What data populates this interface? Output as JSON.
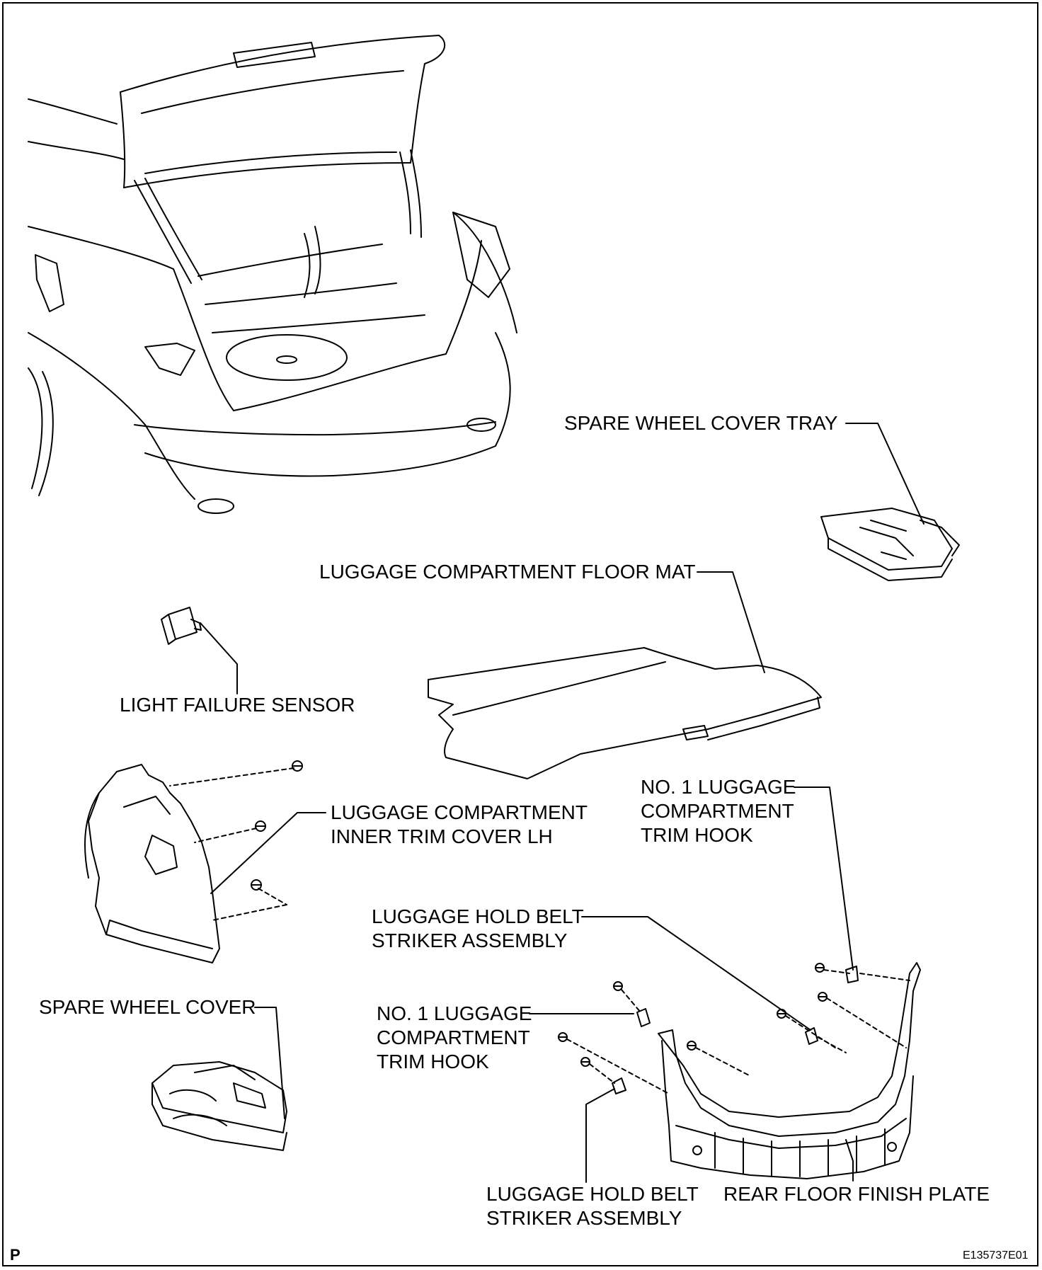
{
  "labels": {
    "spare_wheel_cover_tray": "SPARE WHEEL COVER TRAY",
    "floor_mat": "LUGGAGE COMPARTMENT FLOOR MAT",
    "light_failure_sensor": "LIGHT FAILURE SENSOR",
    "inner_trim_cover": [
      "LUGGAGE COMPARTMENT",
      "INNER TRIM COVER LH"
    ],
    "trim_hook_upper": [
      "NO. 1 LUGGAGE",
      "COMPARTMENT",
      "TRIM HOOK"
    ],
    "hold_belt_striker_upper": [
      "LUGGAGE HOLD BELT",
      "STRIKER ASSEMBLY"
    ],
    "spare_wheel_cover": "SPARE WHEEL COVER",
    "trim_hook_lower": [
      "NO. 1 LUGGAGE",
      "COMPARTMENT",
      "TRIM HOOK"
    ],
    "hold_belt_striker_lower": [
      "LUGGAGE HOLD BELT",
      "STRIKER ASSEMBLY"
    ],
    "rear_floor_finish_plate": "REAR FLOOR FINISH PLATE"
  },
  "corner_mark": "P",
  "figure_ref": "E135737E01"
}
